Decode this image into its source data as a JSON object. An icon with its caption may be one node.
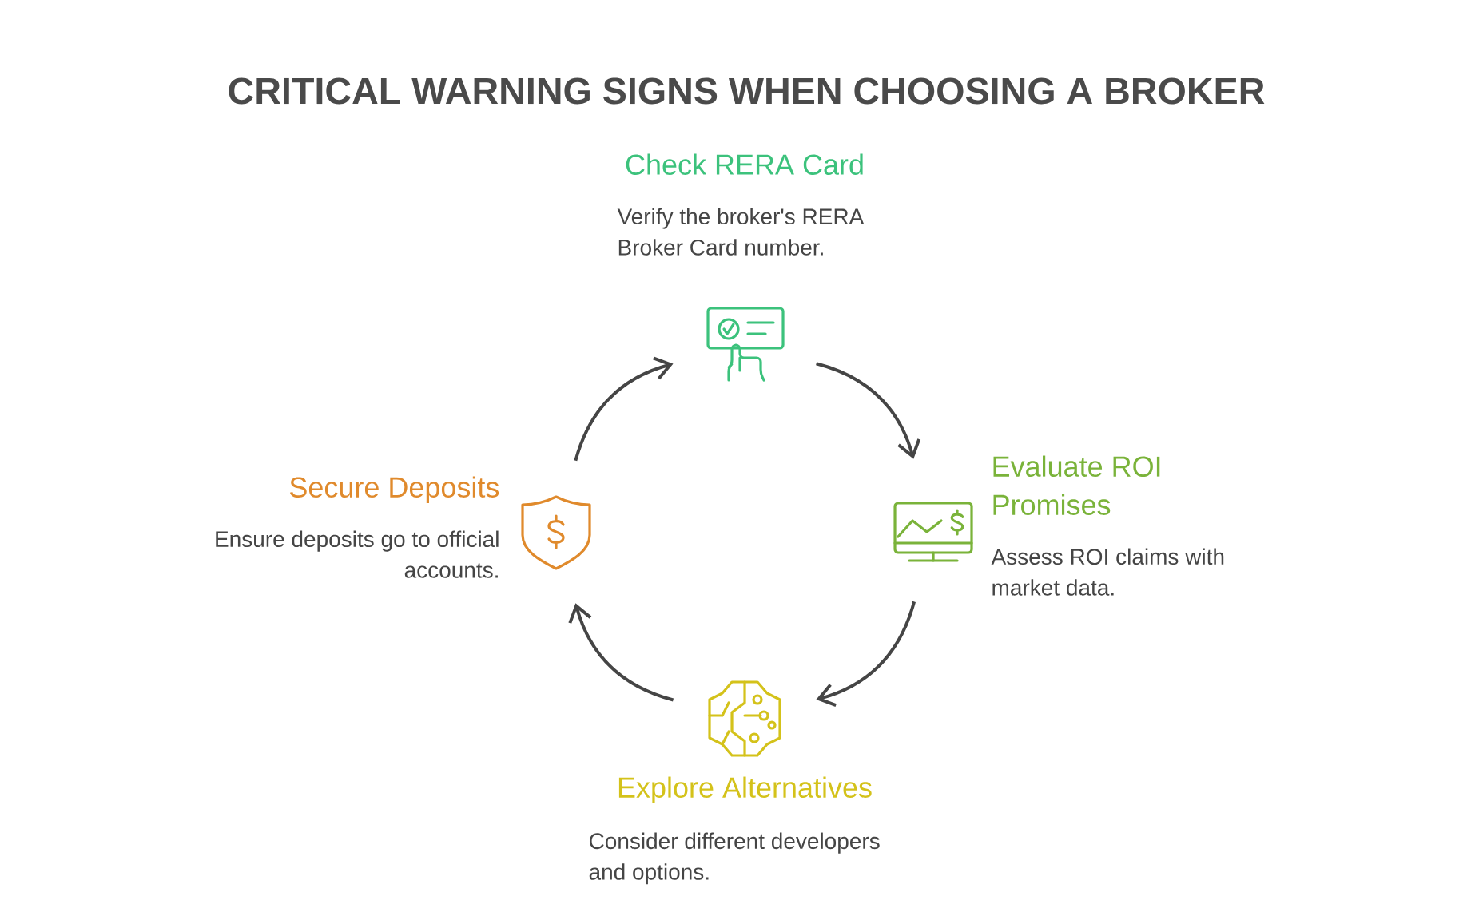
{
  "diagram": {
    "title": "CRITICAL WARNING SIGNS WHEN CHOOSING A BROKER",
    "nodes": [
      {
        "text": [
          "Check RERA Card",
          "Verify the broker's RERA Broker Card number."
        ]
      },
      {
        "text": [
          "Evaluate ROI Promises",
          "Assess ROI claims with market data."
        ]
      },
      {
        "text": [
          "Explore Alternatives",
          "Consider different developers and options."
        ]
      },
      {
        "text": [
          "Secure Deposits",
          "Ensure deposits go to official accounts."
        ]
      }
    ],
    "edges": [
      {
        "from": 0,
        "to": 1,
        "arrow": "to"
      },
      {
        "from": 1,
        "to": 2,
        "arrow": "to"
      },
      {
        "from": 2,
        "to": 3,
        "arrow": "to"
      },
      {
        "from": 3,
        "to": 0,
        "arrow": "to"
      }
    ]
  }
}
